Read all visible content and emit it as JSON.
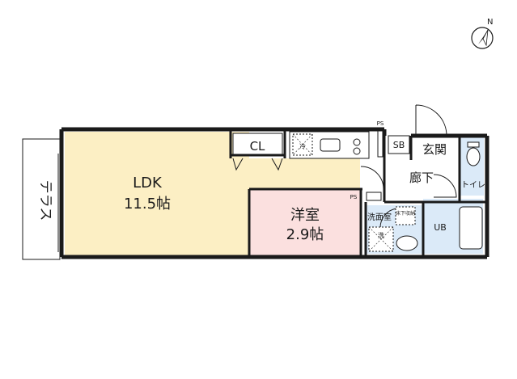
{
  "compass": {
    "north_label": "N",
    "icon": "north-arrow-icon"
  },
  "rooms": {
    "ldk": {
      "name": "LDK",
      "size": "11.5帖"
    },
    "western_room": {
      "name": "洋室",
      "size": "2.9帖"
    },
    "terrace": {
      "name": "テラス"
    },
    "closet": {
      "name": "CL"
    },
    "entrance": {
      "name": "玄関"
    },
    "hallway": {
      "name": "廊下"
    },
    "toilet": {
      "name": "トイレ"
    },
    "washroom": {
      "name": "洗面室"
    },
    "bath": {
      "name": "UB"
    },
    "shoe_box": {
      "name": "SB"
    },
    "under_floor_storage": {
      "name": "床下収納"
    }
  },
  "fixtures": {
    "fridge": "冷",
    "washer": "洗",
    "pipe_space_top": "PS",
    "pipe_space_side": "PS"
  },
  "colors": {
    "ldk_fill": "#fcefc4",
    "western_fill": "#fbe0df",
    "wet_area_fill": "#dbeaf8",
    "wall": "#1a1a1a",
    "terrace_fill": "#ffffff"
  }
}
